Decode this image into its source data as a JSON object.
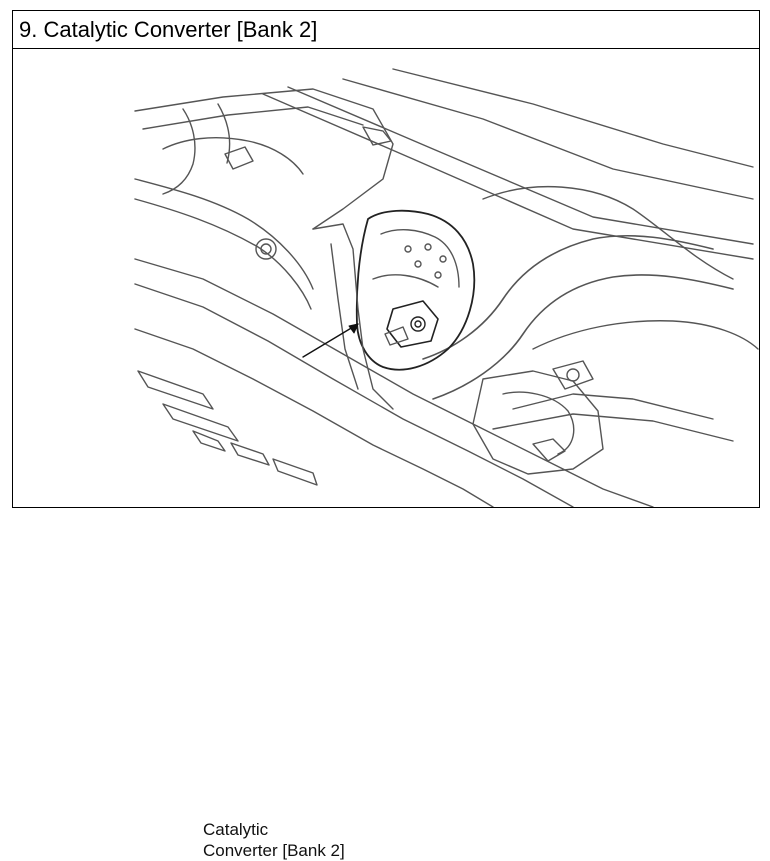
{
  "section": {
    "title": "9. Catalytic Converter [Bank 2]"
  },
  "figure": {
    "callout_line1": "Catalytic",
    "callout_line2": "Converter [Bank 2]"
  }
}
